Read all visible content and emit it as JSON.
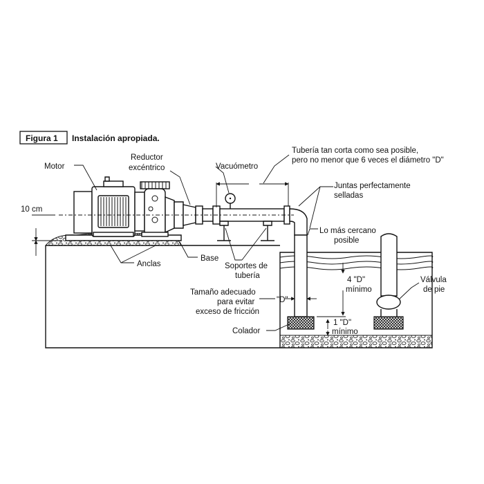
{
  "figure": {
    "number": "Figura 1",
    "title": "Instalación apropiada."
  },
  "labels": {
    "motor": "Motor",
    "reductor_line1": "Reductor",
    "reductor_line2": "excéntrico",
    "vacuometro": "Vacuómetro",
    "tuberia_line1": "Tubería tan corta como sea posible,",
    "tuberia_line2": "pero no menor que 6 veces el diámetro \"D\"",
    "juntas_line1": "Juntas perfectamente",
    "juntas_line2": "selladas",
    "ten_cm": "10 cm",
    "lo_mas_line1": "Lo más cercano",
    "lo_mas_line2": "posible",
    "anclas": "Anclas",
    "base": "Base",
    "soportes_line1": "Soportes de",
    "soportes_line2": "tubería",
    "tamano_line1": "Tamaño adecuado",
    "tamano_line2": "para evitar",
    "tamano_line3": "exceso de fricción",
    "d_label": "\"D\"",
    "four_d_line1": "4 \"D\"",
    "four_d_line2": "mínimo",
    "one_d_line1": "1 \"D\"",
    "one_d_line2": "mínimo",
    "colador": "Colador",
    "valvula_line1": "Válvula",
    "valvula_line2": "de pie"
  }
}
